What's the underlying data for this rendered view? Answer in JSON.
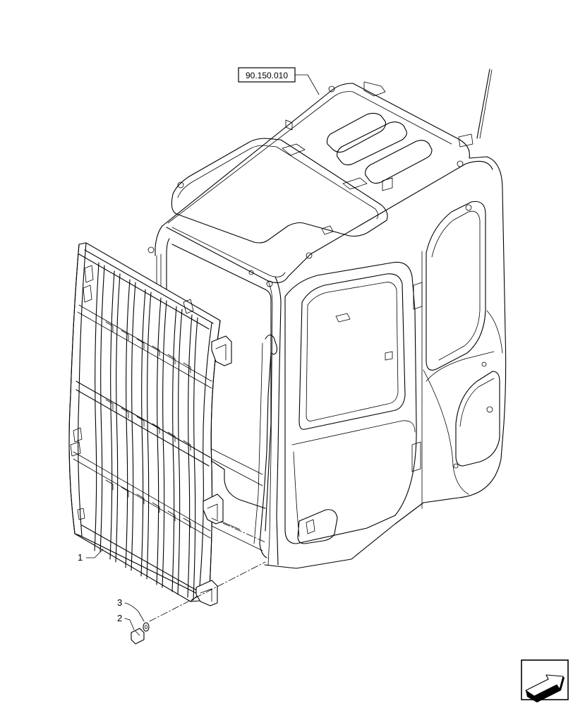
{
  "reference_box": {
    "label": "90.150.010"
  },
  "callouts": [
    {
      "number": "1"
    },
    {
      "number": "2"
    },
    {
      "number": "3"
    }
  ],
  "nav_icon": {
    "icon": "next-page-arrow-icon"
  }
}
